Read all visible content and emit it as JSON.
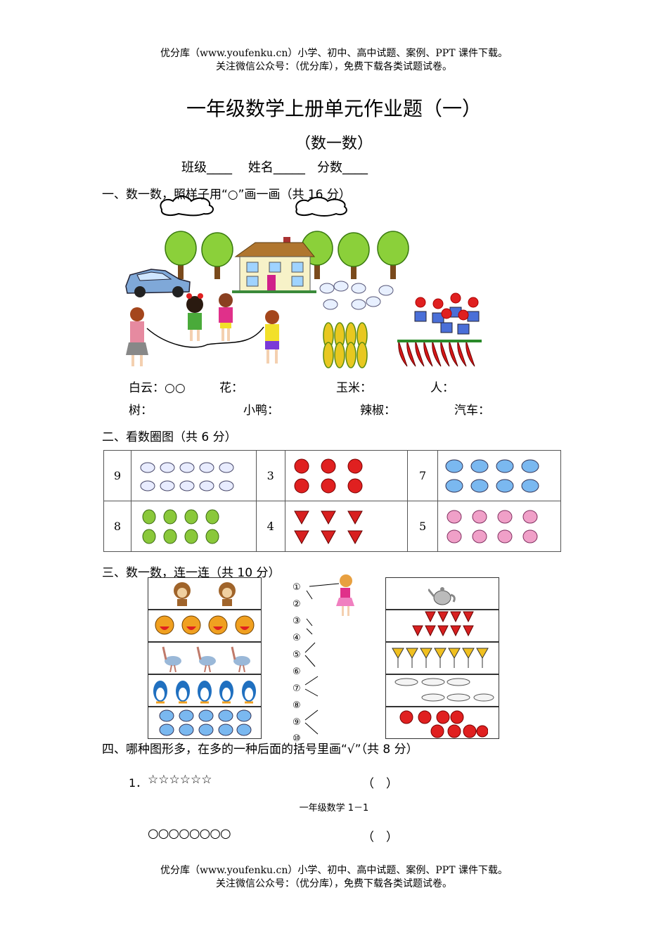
{
  "header": {
    "line1": "优分库（www.youfenku.cn）小学、初中、高中试题、案例、PPT 课件下载。",
    "line2": "关注微信公众号：（优分库），免费下载各类试题试卷。"
  },
  "title": "一年级数学上册单元作业题（一）",
  "subtitle": "（数一数）",
  "info": "班级____    姓名_____   分数____",
  "section1": {
    "title": "一、数一数，照样子用“○”画一画（共 16 分）",
    "labels": [
      "白云：○○",
      "花：",
      "玉米：",
      "人：",
      "树：",
      "小鸭：",
      "辣椒：",
      "汽车："
    ]
  },
  "section2": {
    "title": "二、看数圈图（共 6 分）",
    "row1": [
      "9",
      "3",
      "7"
    ],
    "row2": [
      "8",
      "4",
      "5"
    ]
  },
  "section3": {
    "title": "三、数一数，连一连（共 10 分）",
    "numbers": [
      "①",
      "②",
      "③",
      "④",
      "⑤",
      "⑥",
      "⑦",
      "⑧",
      "⑨",
      "⑩"
    ]
  },
  "section4": {
    "title": "四、哪种图形多，在多的一种后面的括号里画“√”（共 8 分）",
    "item1_prefix": "1．",
    "stars": "☆☆☆☆☆☆",
    "circles": "○○○○○○○○",
    "paren": "（　）"
  },
  "page_label": "一年级数学 1－1",
  "footer": {
    "line1": "优分库（www.youfenku.cn）小学、初中、高中试题、案例、PPT 课件下载。",
    "line2": "关注微信公众号：（优分库），免费下载各类试题试卷。"
  }
}
